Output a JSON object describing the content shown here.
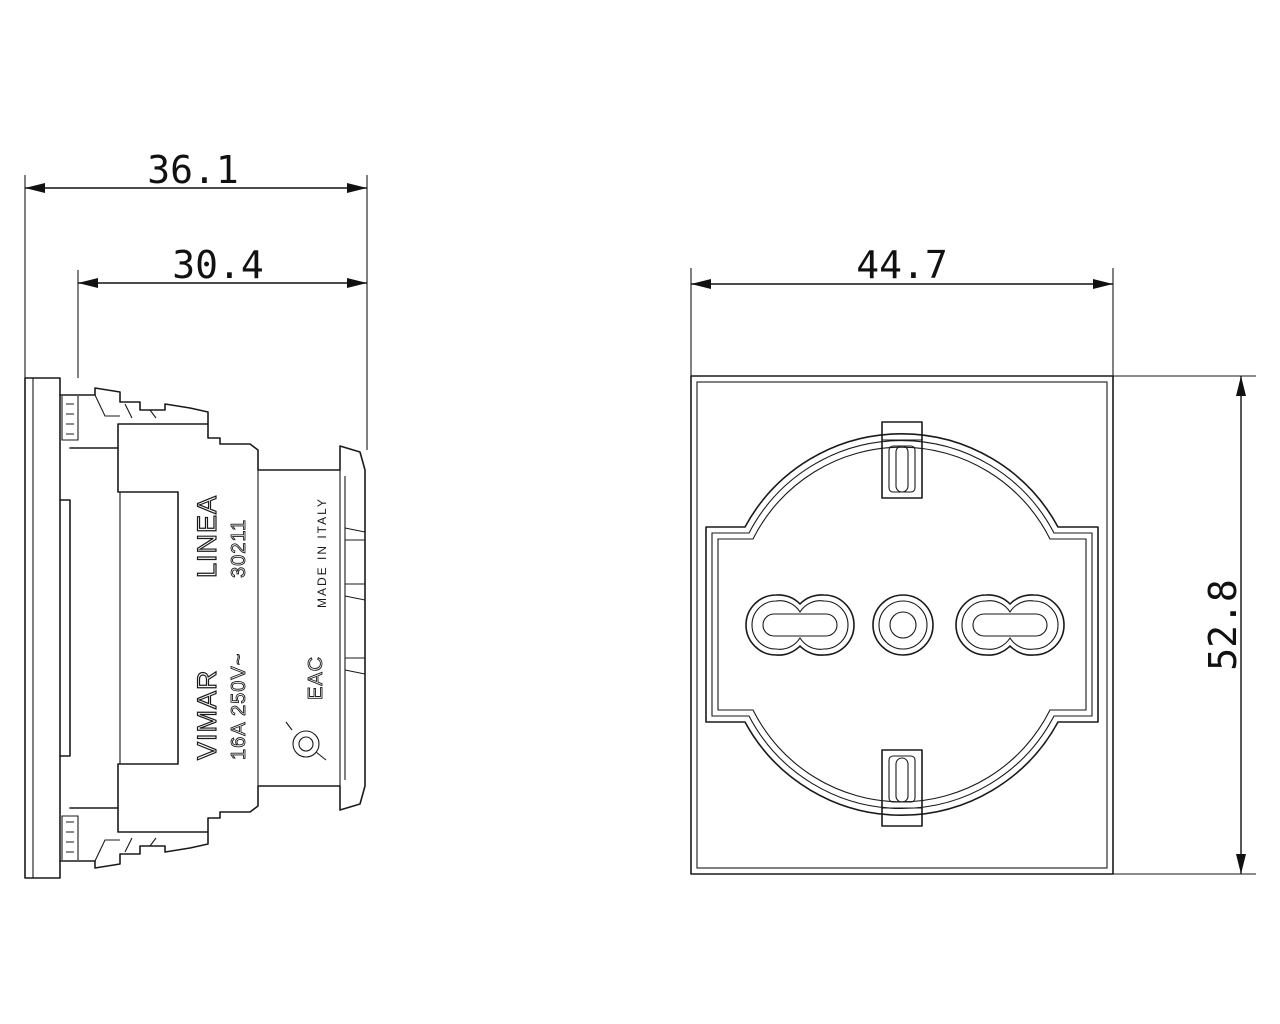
{
  "dimensions": {
    "overall_depth": "36.1",
    "body_depth": "30.4",
    "front_width": "44.7",
    "front_height": "52.8"
  },
  "side_view_markings": {
    "series": "LINEA",
    "code": "30211",
    "brand": "VIMAR",
    "rating": "16A  250V~",
    "origin": "MADE IN ITALY",
    "certification": "EAC"
  }
}
